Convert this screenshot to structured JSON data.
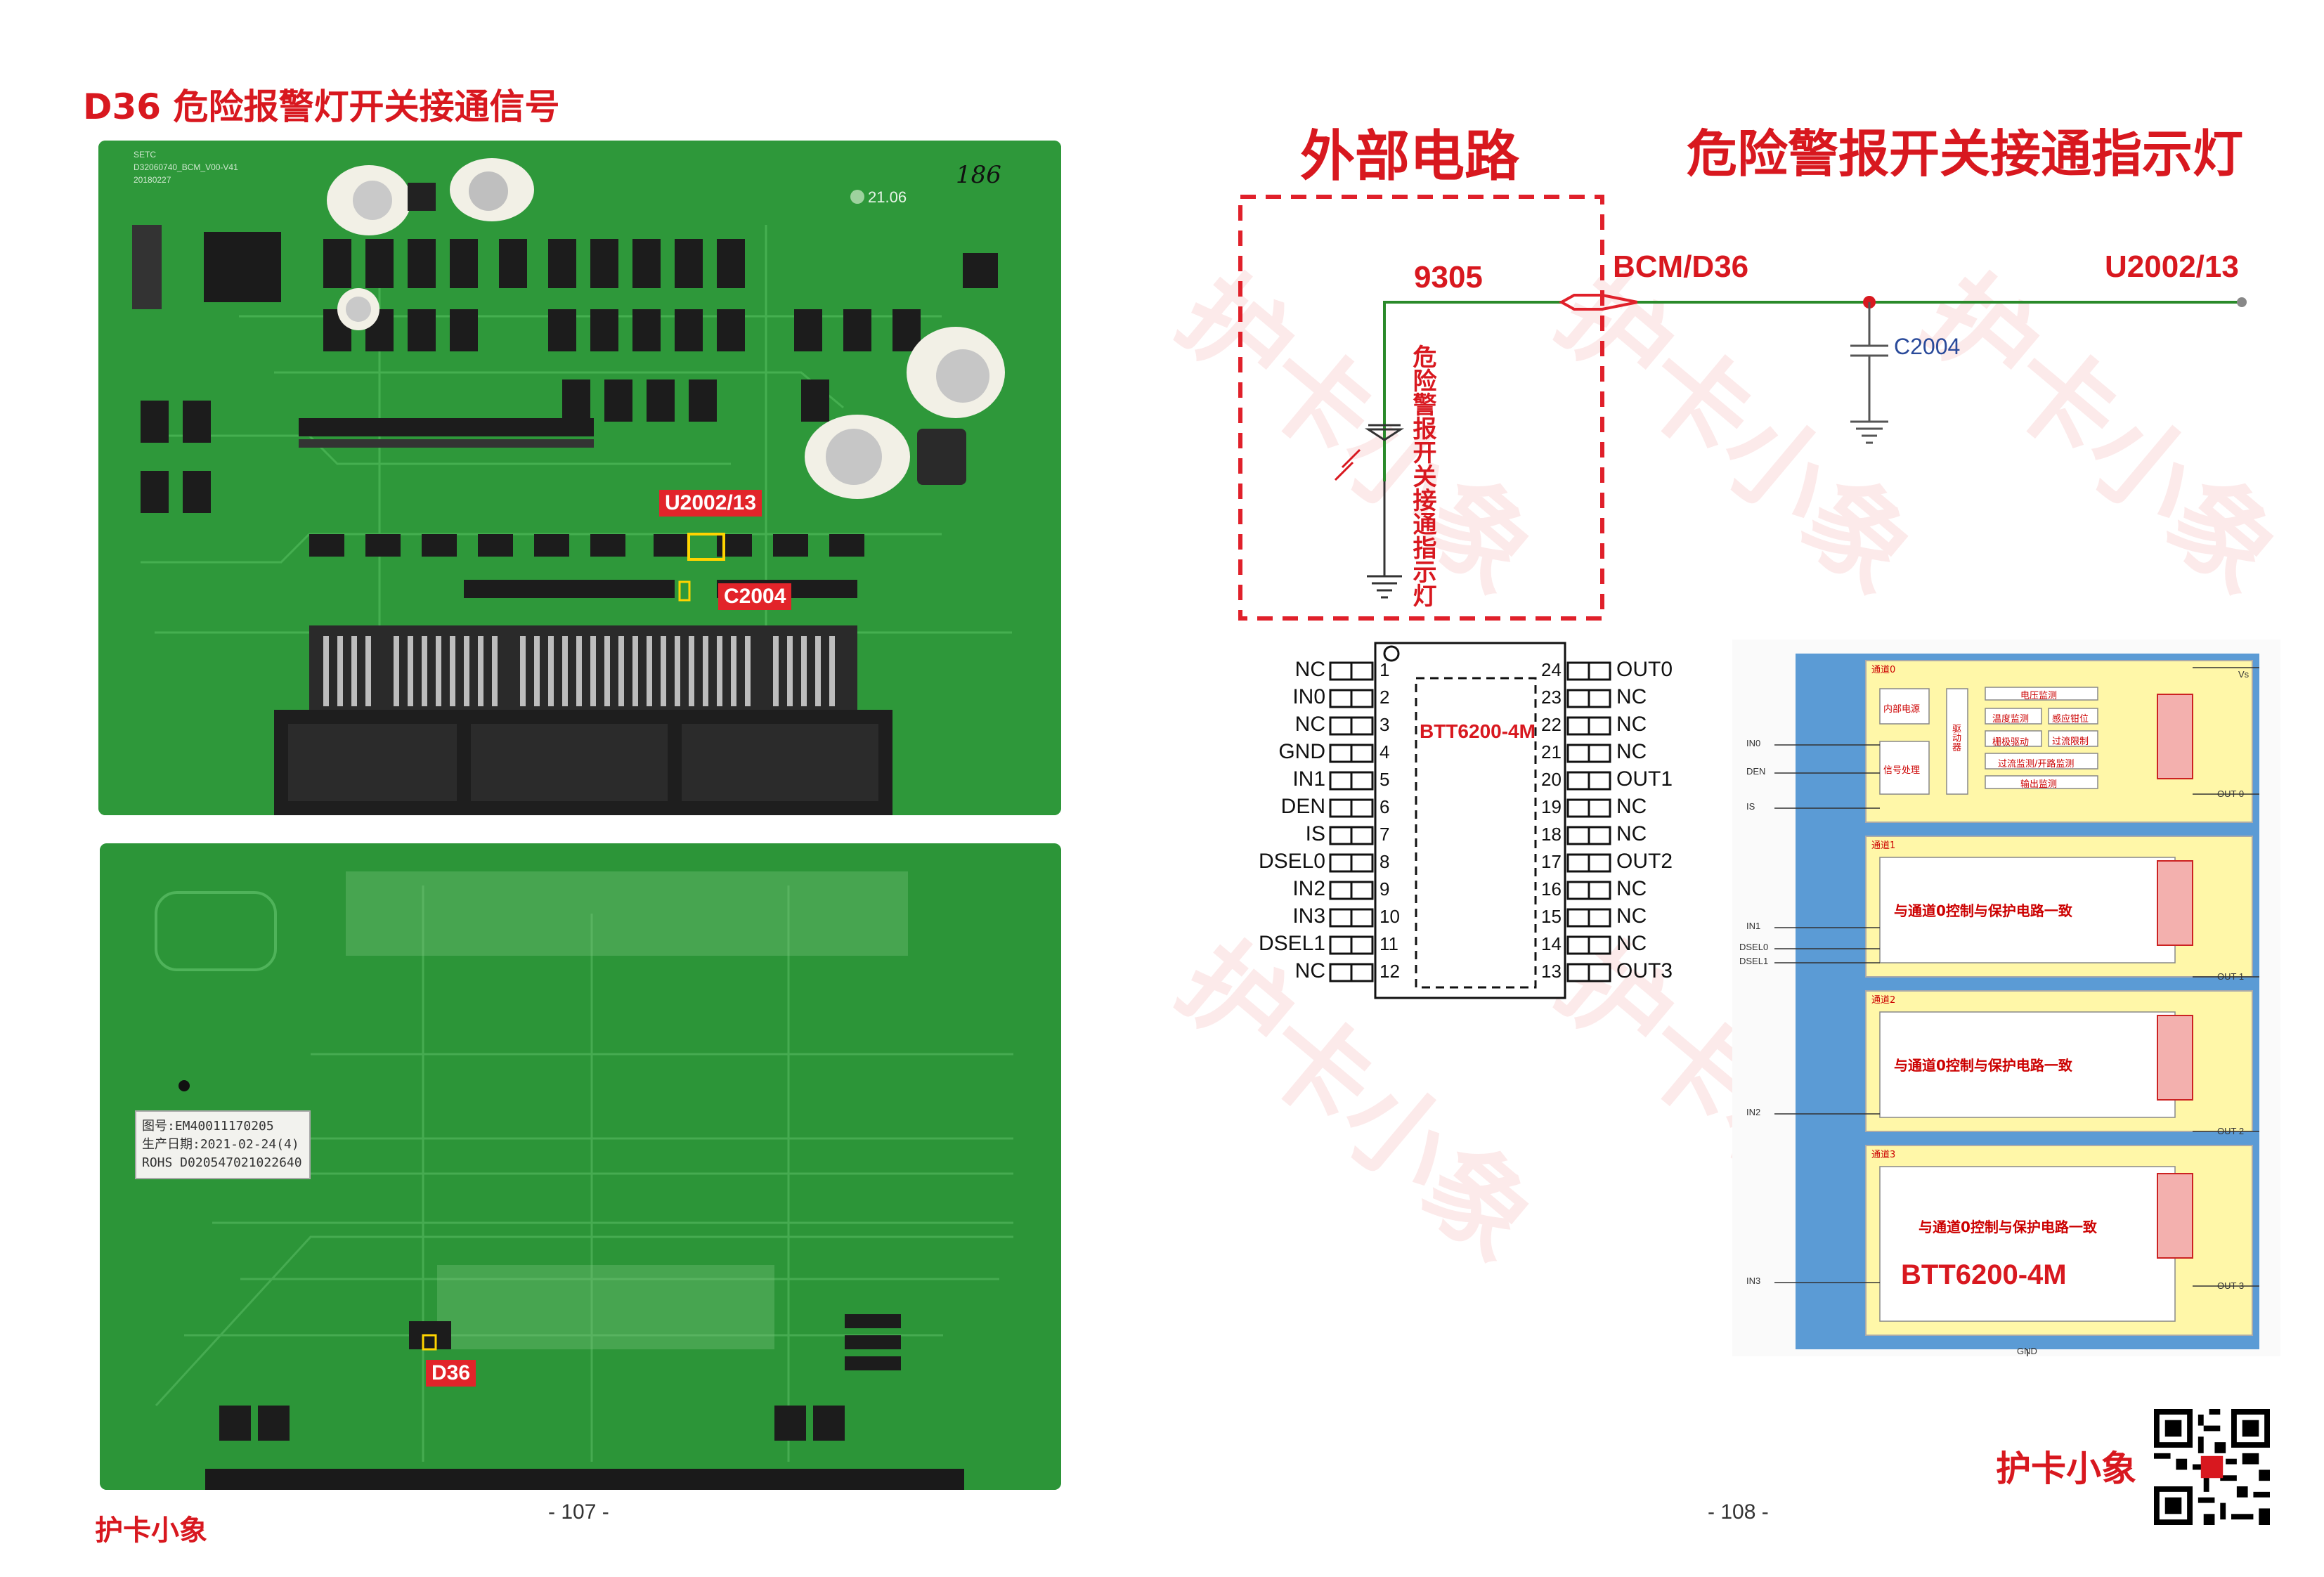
{
  "left_page": {
    "title": "D36 危险报警灯开关接通信号",
    "top_board": {
      "labels": {
        "u2002": "U2002/13",
        "c2004": "C2004",
        "handwritten": "186"
      },
      "silk": [
        "SETC",
        "D32060740_BCM_V00-V41",
        "20180227",
        "21.06"
      ]
    },
    "bottom_board": {
      "labels": {
        "d36": "D36"
      },
      "sticker": [
        "图号:EM40011170205",
        "生产日期:2021-02-24(4)",
        "ROHS D020547021022640"
      ]
    },
    "brand": "护卡小象",
    "page_number": "- 107 -"
  },
  "right_page": {
    "heading_left": "外部电路",
    "heading_right": "危险警报开关接通指示灯",
    "schematic": {
      "wire_label": "9305",
      "connector": "BCM/D36",
      "pin": "U2002/13",
      "capacitor": "C2004",
      "led_label": "危险警报开关接通指示灯"
    },
    "chip": {
      "name": "BTT6200-4M",
      "left_pins": [
        {
          "num": "1",
          "name": "NC"
        },
        {
          "num": "2",
          "name": "IN0"
        },
        {
          "num": "3",
          "name": "NC"
        },
        {
          "num": "4",
          "name": "GND"
        },
        {
          "num": "5",
          "name": "IN1"
        },
        {
          "num": "6",
          "name": "DEN"
        },
        {
          "num": "7",
          "name": "IS"
        },
        {
          "num": "8",
          "name": "DSEL0"
        },
        {
          "num": "9",
          "name": "IN2"
        },
        {
          "num": "10",
          "name": "IN3"
        },
        {
          "num": "11",
          "name": "DSEL1"
        },
        {
          "num": "12",
          "name": "NC"
        }
      ],
      "right_pins": [
        {
          "num": "24",
          "name": "OUT0"
        },
        {
          "num": "23",
          "name": "NC"
        },
        {
          "num": "22",
          "name": "NC"
        },
        {
          "num": "21",
          "name": "NC"
        },
        {
          "num": "20",
          "name": "OUT1"
        },
        {
          "num": "19",
          "name": "NC"
        },
        {
          "num": "18",
          "name": "NC"
        },
        {
          "num": "17",
          "name": "OUT2"
        },
        {
          "num": "16",
          "name": "NC"
        },
        {
          "num": "15",
          "name": "NC"
        },
        {
          "num": "14",
          "name": "NC"
        },
        {
          "num": "13",
          "name": "OUT3"
        }
      ]
    },
    "block_diagram": {
      "channels": [
        "通道0",
        "通道1",
        "通道2",
        "通道3"
      ],
      "ch0_blocks": [
        "内部电源",
        "信号处理",
        "栅极驱动",
        "电压监测",
        "温度监测",
        "感应钳位",
        "过流限制",
        "过流监测/开路监测",
        "输出监测",
        "驱动器"
      ],
      "same_as_ch0": "与通道0控制与保护电路一致",
      "inputs": [
        "IN0",
        "DEN",
        "IS",
        "IN1",
        "DSEL0",
        "DSEL1",
        "IN2",
        "IN3"
      ],
      "outputs": [
        "OUT 0",
        "OUT 1",
        "OUT 2",
        "OUT 3"
      ],
      "vs": "Vs",
      "gnd": "GND",
      "chip_name": "BTT6200-4M"
    },
    "brand": "护卡小象",
    "page_number": "- 108 -"
  },
  "watermark": "护卡小象",
  "colors": {
    "title_red": "#d8181f",
    "pcb_green": "#2f9a3a",
    "wire_green": "#2a8a2a",
    "dashed_red": "#e0202a",
    "block_blue": "#5b9bd5",
    "block_yellow": "#fff7a8"
  }
}
